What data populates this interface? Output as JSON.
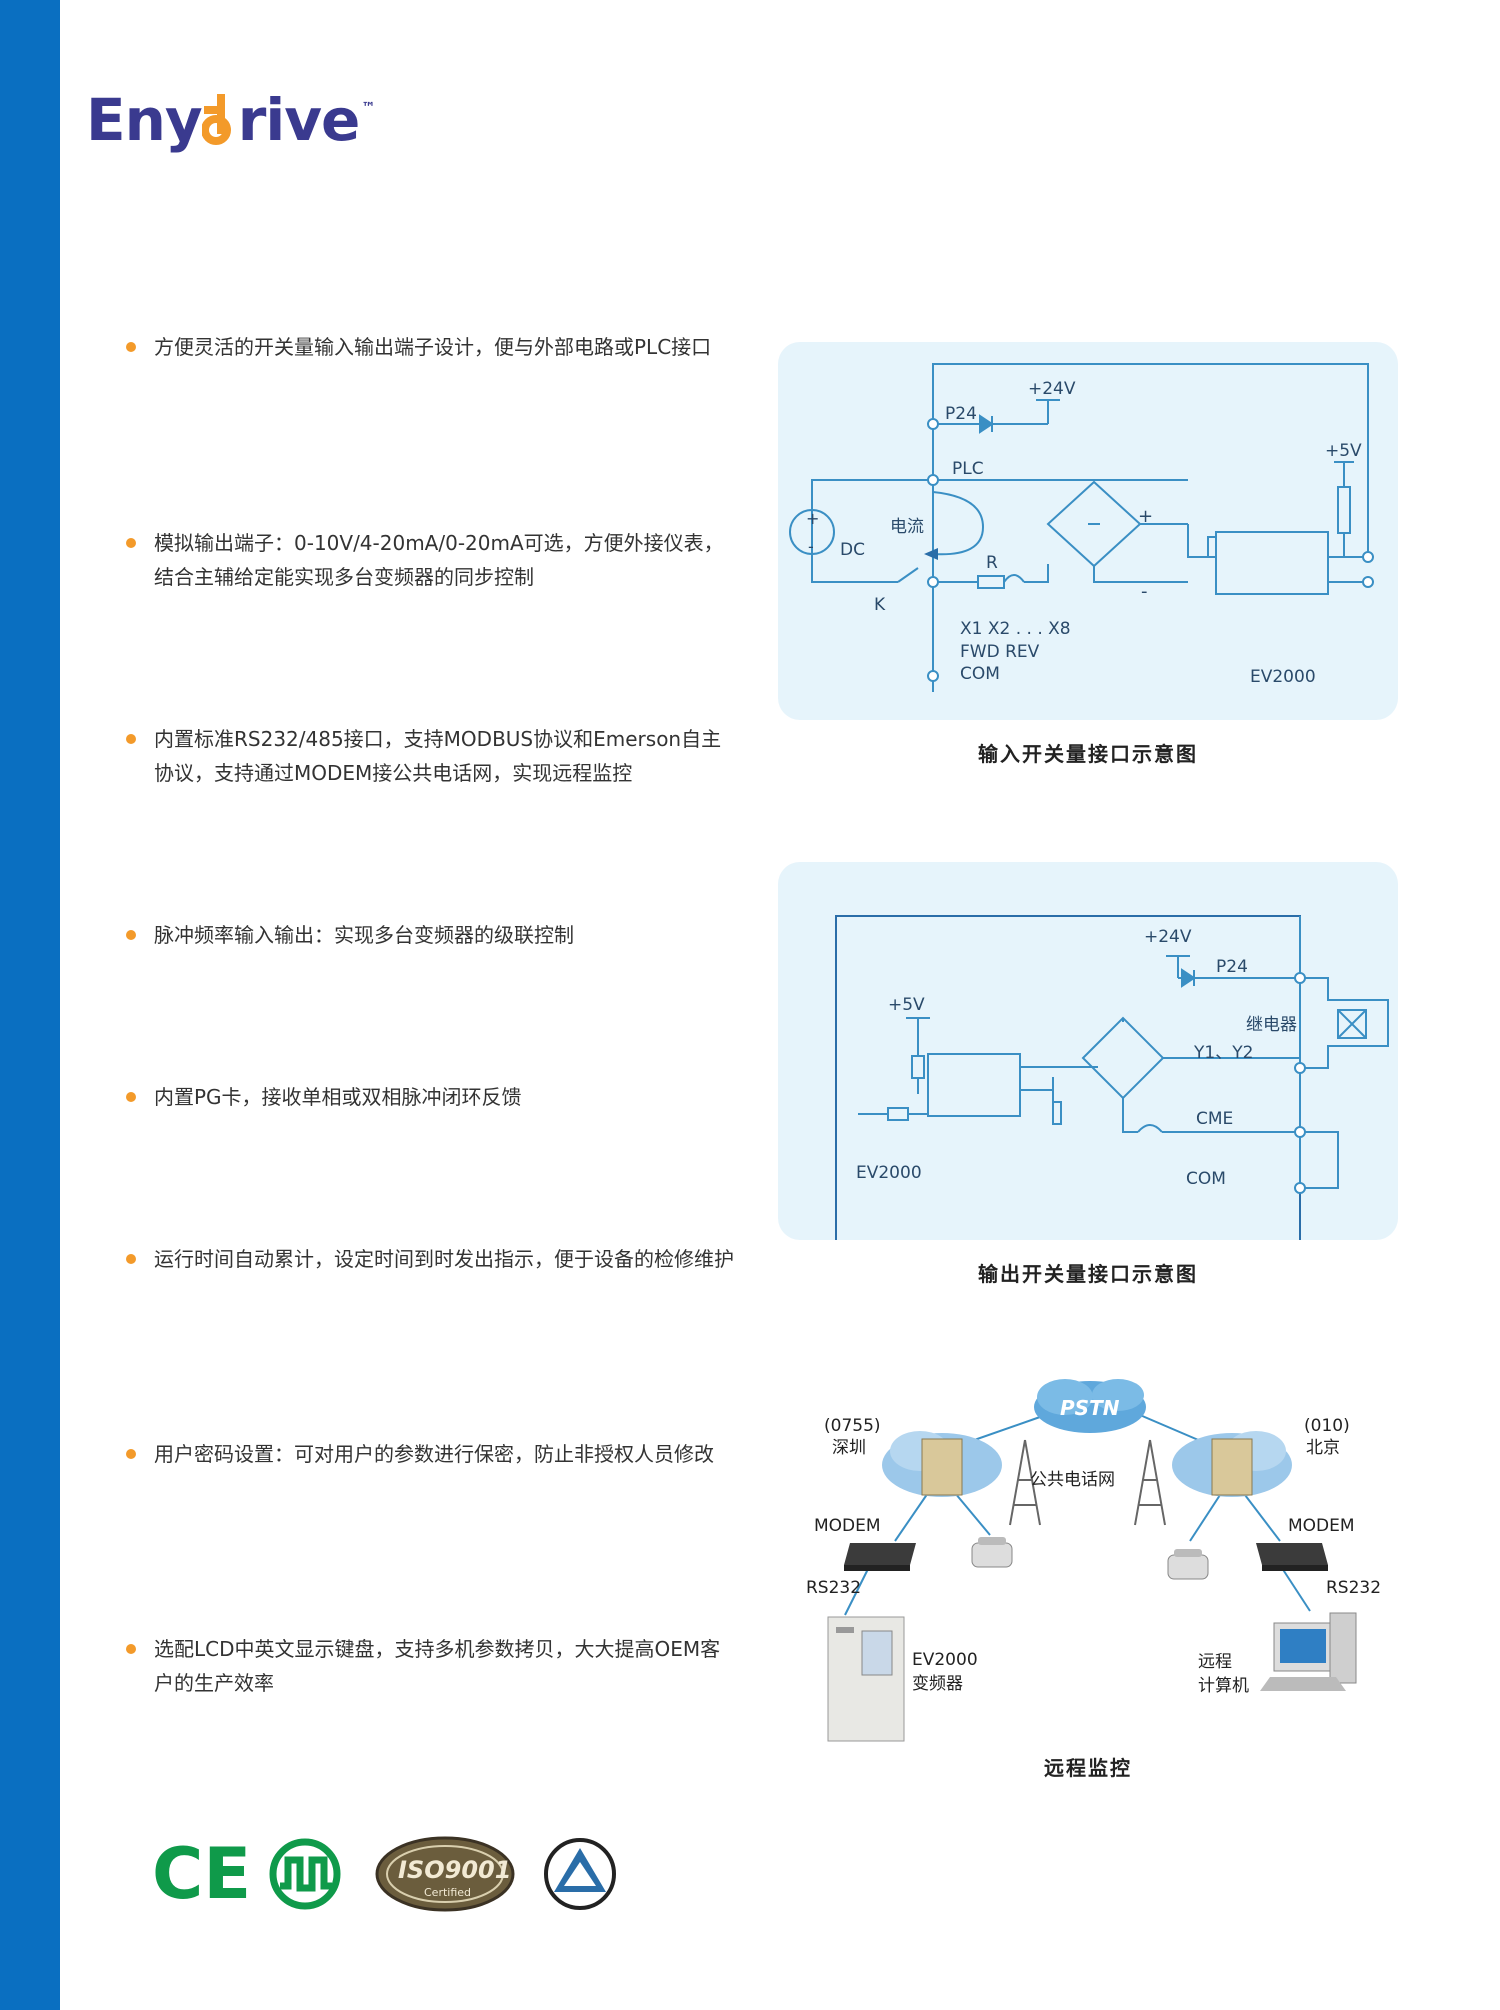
{
  "brand": {
    "name_part1": "Eny",
    "name_part2": "rive",
    "trademark": "™",
    "colors": {
      "sidebar": "#0a6fc1",
      "brand": "#3a3a8f",
      "accent": "#f39a2a",
      "panel": "#e6f4fb",
      "wire": "#3a8fc4"
    }
  },
  "features": [
    {
      "text": "方便灵活的开关量输入输出端子设计，便与外部电路或PLC接口"
    },
    {
      "text": "模拟输出端子：0-10V/4-20mA/0-20mA可选，方便外接仪表，结合主辅给定能实现多台变频器的同步控制"
    },
    {
      "text": "内置标准RS232/485接口，支持MODBUS协议和Emerson自主协议，支持通过MODEM接公共电话网，实现远程监控"
    },
    {
      "text": "脉冲频率输入输出：实现多台变频器的级联控制"
    },
    {
      "text": "内置PG卡，接收单相或双相脉冲闭环反馈"
    },
    {
      "text": "运行时间自动累计，设定时间到时发出指示，便于设备的检修维护"
    },
    {
      "text": "用户密码设置：可对用户的参数进行保密，防止非授权人员修改"
    },
    {
      "text": "选配LCD中英文显示键盘，支持多机参数拷贝，大大提高OEM客户的生产效率"
    }
  ],
  "diagram_input": {
    "caption": "输入开关量接口示意图",
    "labels": {
      "p24": "P24",
      "v24": "+24V",
      "v5": "+5V",
      "plc": "PLC",
      "current": "电流",
      "dc": "DC",
      "plus": "+",
      "minus": "-",
      "r": "R",
      "k": "K",
      "terminals_1": "X1 X2 . . . X8",
      "terminals_2": "FWD REV",
      "com": "COM",
      "model": "EV2000"
    }
  },
  "diagram_output": {
    "caption": "输出开关量接口示意图",
    "labels": {
      "v24": "+24V",
      "p24": "P24",
      "relay": "继电器",
      "v5": "+5V",
      "y": "Y1、Y2",
      "cme": "CME",
      "com": "COM",
      "model": "EV2000"
    }
  },
  "diagram_remote": {
    "caption": "远程监控",
    "labels": {
      "pstn": "PSTN",
      "sz_code": "(0755)",
      "sz_city": "深圳",
      "bj_code": "(010)",
      "bj_city": "北京",
      "network": "公共电话网",
      "modem_left": "MODEM",
      "modem_right": "MODEM",
      "rs232_left": "RS232",
      "rs232_right": "RS232",
      "inverter_1": "EV2000",
      "inverter_2": "变频器",
      "computer_1": "远程",
      "computer_2": "计算机"
    }
  },
  "certifications": {
    "ce": "CE",
    "iso_1": "ISO9001",
    "iso_2": "Certified",
    "icons": [
      "ce-mark-icon",
      "pulse-mark-icon",
      "iso9001-seal-icon",
      "triangle-cert-icon"
    ]
  }
}
